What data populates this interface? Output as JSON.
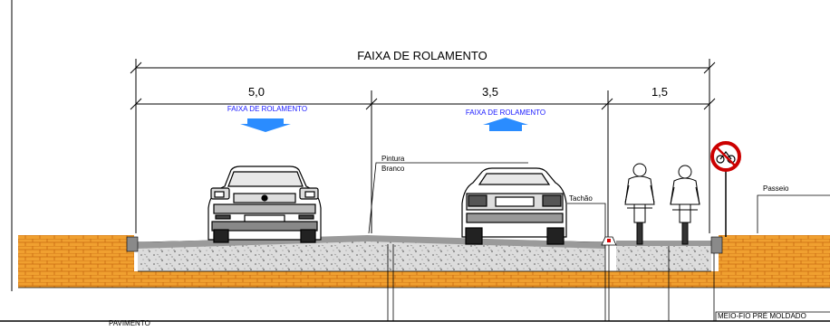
{
  "drawing": {
    "overall_label": "FAIXA DE ROLAMENTO",
    "lanes": [
      {
        "width": "5,0",
        "label": "FAIXA DE ROLAMENTO",
        "direction": "down"
      },
      {
        "width": "3,5",
        "label": "FAIXA DE ROLAMENTO",
        "direction": "up"
      },
      {
        "width": "1,5"
      }
    ],
    "annotations": {
      "paint": "Pintura",
      "paint_color": "Branco",
      "stud": "Tachão",
      "sidewalk": "Passeio",
      "curb": "MEIO-FIO PRÉ MOLDADO",
      "pavement_partial": "PAVIMENTO"
    },
    "sign_icon": "no-bicycle-sign-icon",
    "colors": {
      "brick": "#f0a030",
      "brick_line": "#c86a10",
      "arrow_blue": "#2a8cff",
      "text_blue": "#1a1aff",
      "gravel": "#d8d8d8"
    }
  }
}
